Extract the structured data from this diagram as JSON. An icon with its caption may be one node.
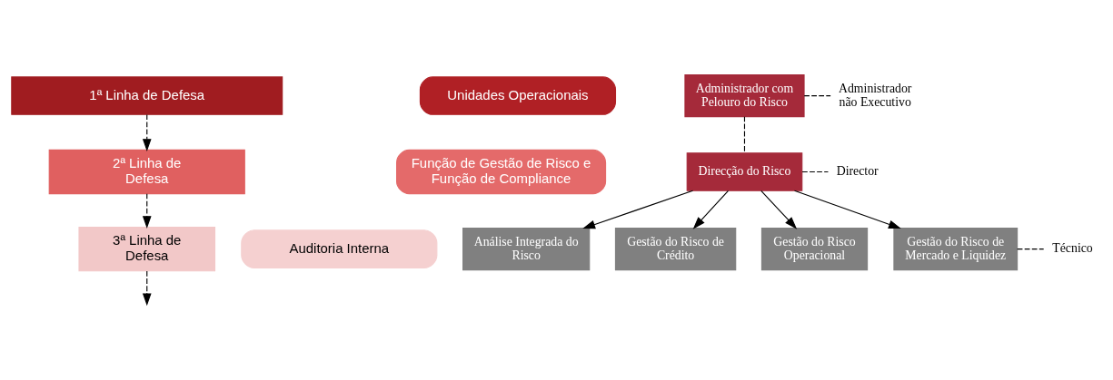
{
  "diagram": {
    "nodes": [
      {
        "text": [
          "1ª Linha de Defesa"
        ]
      },
      {
        "text": [
          "Unidades Operacionais"
        ]
      },
      {
        "text": [
          "2ª Linha de Defesa"
        ]
      },
      {
        "text": [
          "Função de Gestão de Risco e Função de Compliance"
        ]
      },
      {
        "text": [
          "3ª Linha de Defesa"
        ]
      },
      {
        "text": [
          "Auditoria Interna"
        ]
      },
      {
        "text": [
          "Administrador com Pelouro do Risco"
        ]
      },
      {
        "text": [
          "Administrador não Executivo"
        ]
      },
      {
        "text": [
          "Direcção do Risco"
        ]
      },
      {
        "text": [
          "Director"
        ]
      },
      {
        "text": [
          "Análise Integrada do Risco"
        ]
      },
      {
        "text": [
          "Gestão do Risco de Crédito"
        ]
      },
      {
        "text": [
          "Gestão do Risco Operacional"
        ]
      },
      {
        "text": [
          "Gestão do Risco de Mercado e Liquidez"
        ]
      },
      {
        "text": [
          "Técnico"
        ]
      }
    ],
    "edges": [
      {
        "from": 0,
        "to": 2,
        "arrow": "to",
        "style": "dashed"
      },
      {
        "from": 2,
        "to": 4,
        "arrow": "to",
        "style": "dashed"
      },
      {
        "from": 4,
        "to": null,
        "arrow": "to",
        "style": "dashed"
      },
      {
        "from": 6,
        "to": 7,
        "arrow": "none",
        "style": "dashed"
      },
      {
        "from": 6,
        "to": 8,
        "arrow": "none",
        "style": "dashed"
      },
      {
        "from": 8,
        "to": 9,
        "arrow": "none",
        "style": "dashed"
      },
      {
        "from": 8,
        "to": 10,
        "arrow": "to"
      },
      {
        "from": 8,
        "to": 11,
        "arrow": "to"
      },
      {
        "from": 8,
        "to": 12,
        "arrow": "to"
      },
      {
        "from": 8,
        "to": 13,
        "arrow": "to"
      },
      {
        "from": 13,
        "to": 14,
        "arrow": "none",
        "style": "dashed"
      }
    ]
  }
}
